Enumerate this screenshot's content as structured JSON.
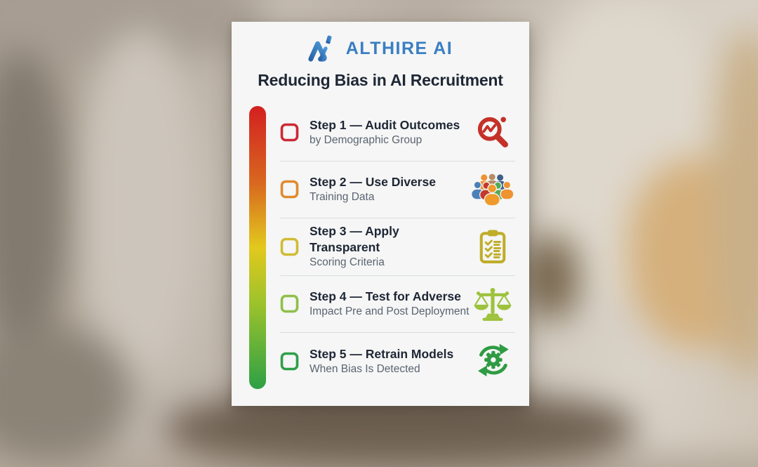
{
  "brand": {
    "name": "ALTHIRE AI",
    "color": "#3a7ec3"
  },
  "poster": {
    "title": "Reducing Bias in AI Recruitment",
    "gradient_bar": {
      "colors": [
        "#d32020",
        "#d8671f",
        "#e2c91d",
        "#9cc22c",
        "#2da045"
      ],
      "css": "position:absolute;left:25px;top:120px;width:24px;height:403px;border-radius:12px;background:linear-gradient(180deg,#d32020 0%,#d8671f 27%,#e2c91d 50%,#9cc22c 70%,#2da045 100%)"
    },
    "steps": [
      {
        "title": "Step 1 — Audit Outcomes",
        "subtitle": "by Demographic Group",
        "checkbox_color": "#cc2936",
        "icon": "magnifier-chart-icon",
        "icon_color": "#c43129"
      },
      {
        "title": "Step 2 — Use Diverse",
        "subtitle": "Training Data",
        "checkbox_color": "#e08a2e",
        "icon": "diverse-people-icon",
        "icon_color": "#ef9230"
      },
      {
        "title": "Step 3 — Apply Transparent",
        "subtitle": "Scoring Criteria",
        "checkbox_color": "#d0bb35",
        "icon": "checklist-clipboard-icon",
        "icon_color": "#c0ad2a"
      },
      {
        "title": "Step 4 — Test for Adverse",
        "subtitle": "Impact Pre and Post Deployment",
        "checkbox_color": "#8fbf4a",
        "icon": "balance-scale-icon",
        "icon_color": "#9dc23c"
      },
      {
        "title": "Step 5 — Retrain Models",
        "subtitle": "When Bias Is Detected",
        "checkbox_color": "#2e9e4a",
        "icon": "retrain-gear-icon",
        "icon_color": "#2f9b44"
      }
    ]
  }
}
